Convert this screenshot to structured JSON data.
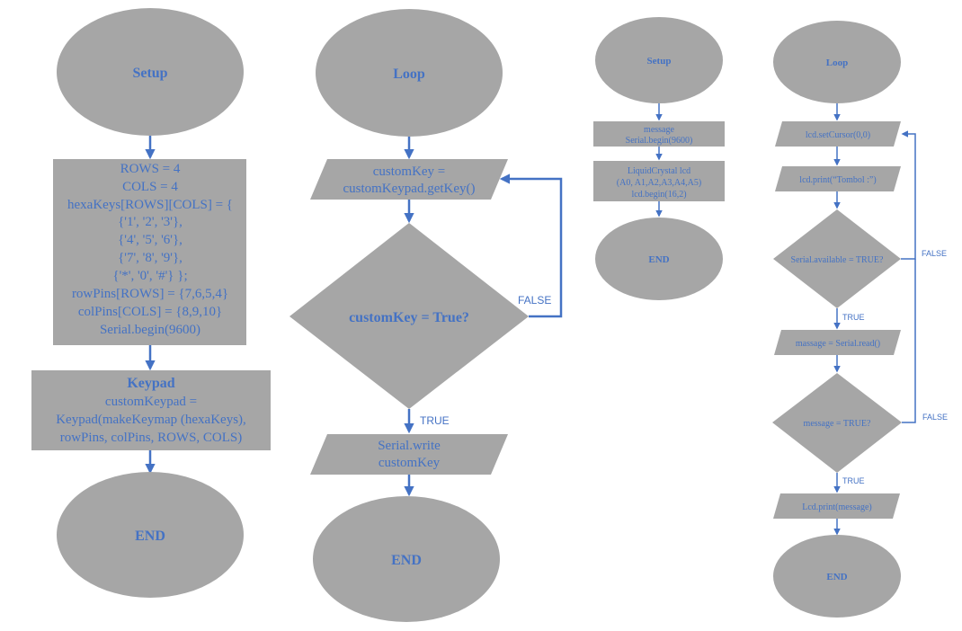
{
  "colors": {
    "shape_fill": "#a6a6a6",
    "text": "#4472c4",
    "arrow": "#4472c4"
  },
  "flowchart_a": {
    "setup": "Setup",
    "init_lines": [
      "ROWS = 4",
      "COLS = 4",
      "hexaKeys[ROWS][COLS] = {",
      "{'1', '2', '3'},",
      "{'4', '5', '6'},",
      "{'7', '8', '9'},",
      "{'*', '0', '#'} };",
      "rowPins[ROWS] = {7,6,5,4}",
      "colPins[COLS] = {8,9,10}",
      "Serial.begin(9600)"
    ],
    "keypad_title": "Keypad",
    "keypad_lines": [
      "customKeypad =",
      "Keypad(makeKeymap (hexaKeys),",
      "rowPins, colPins, ROWS, COLS)"
    ],
    "end": "END"
  },
  "flowchart_b": {
    "loop": "Loop",
    "getkey_lines": [
      "customKey =",
      "customKeypad.getKey()"
    ],
    "decision": "customKey = True?",
    "false_label": "FALSE",
    "true_label": "TRUE",
    "write_lines": [
      "Serial.write",
      "customKey"
    ],
    "end": "END"
  },
  "flowchart_c": {
    "setup": "Setup",
    "serial_lines": [
      "message",
      "Serial.begin(9600)"
    ],
    "lcd_lines": [
      "LiquidCrystal lcd",
      "(A0, A1,A2,A3,A4,A5)",
      "lcd.begin(16,2)"
    ],
    "end": "END"
  },
  "flowchart_d": {
    "loop": "Loop",
    "set_cursor": "lcd.setCursor(0,0)",
    "print_tombol": "lcd.print(“Tombol :”)",
    "decision1": "Serial.available = TRUE?",
    "false1": "FALSE",
    "true1": "TRUE",
    "read": "massage = Serial.read()",
    "decision2": "message = TRUE?",
    "false2": "FALSE",
    "true2": "TRUE",
    "print_message": "Lcd.print(message)",
    "end": "END"
  }
}
